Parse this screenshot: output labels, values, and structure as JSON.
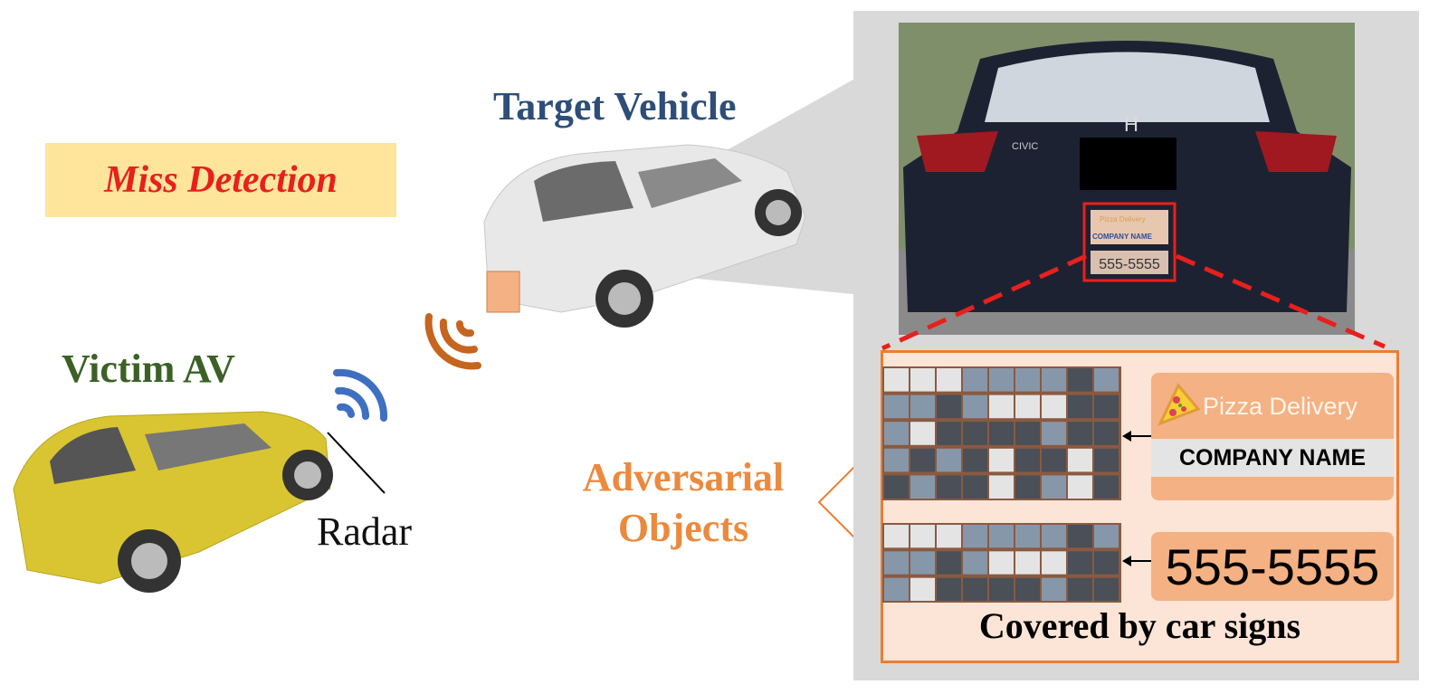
{
  "labels": {
    "miss": "Miss Detection",
    "target": "Target Vehicle",
    "victim": "Victim AV",
    "radar": "Radar",
    "adversarial": "Adversarial",
    "objects": "Objects",
    "covered": "Covered by car signs"
  },
  "photo": {
    "model_badge": "CIVIC",
    "sign_line1": "Pizza Delivery",
    "sign_line2": "COMPANY NAME",
    "sign_phone": "555-5555"
  },
  "signs": {
    "pizza": "Pizza Delivery",
    "company": "COMPANY NAME",
    "phone": "555-5555"
  },
  "colors": {
    "miss": "#e8201c",
    "target": "#2d4e78",
    "victim": "#3b6126",
    "adversarial": "#eb8a3e",
    "panel_border": "#ed7d31",
    "highlight": "#e8201c"
  }
}
